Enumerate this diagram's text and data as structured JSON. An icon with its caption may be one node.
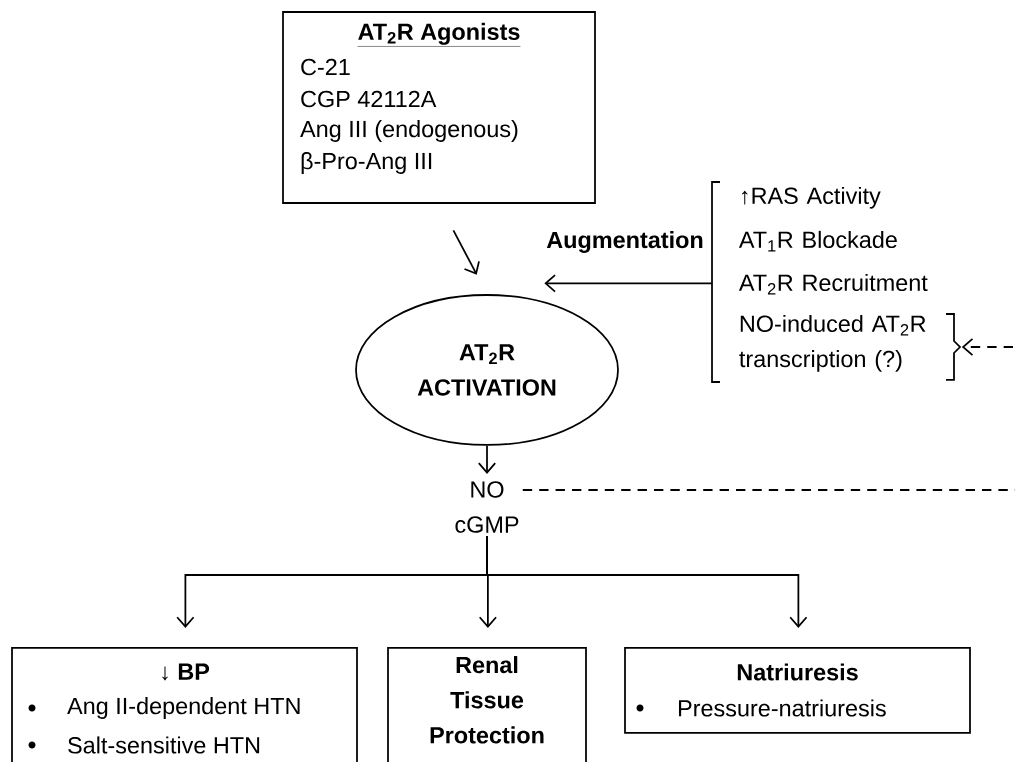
{
  "diagram": {
    "nodes": [
      {
        "text": [
          "AT$_{2}$R Agonists",
          "C-21",
          "CGP 42112A",
          "Ang III (endogenous)",
          "β-Pro-Ang III"
        ]
      },
      {
        "text": [
          "AT$_{2}$R ACTIVATION"
        ]
      },
      {
        "text": [
          "↑RAS Activity",
          "AT$_{1}$R Blockade",
          "AT$_{2}$R Recruitment",
          "NO-induced AT$_{2}$R transcription (?)"
        ]
      },
      {
        "text": [
          "NO",
          "cGMP"
        ]
      },
      {
        "text": [
          "↓ **BP**",
          "Ang II-dependent HTN",
          "Salt-sensitive HTN"
        ]
      },
      {
        "text": [
          "Renal Tissue Protection"
        ]
      },
      {
        "text": [
          "Natriuresis",
          "Pressure-natriuresis"
        ]
      }
    ],
    "edges": [
      {
        "from": 0,
        "to": 1,
        "arrow": "to"
      },
      {
        "from": 2,
        "to": 1,
        "arrow": "to",
        "label": "Augmentation"
      },
      {
        "from": 1,
        "to": 3,
        "arrow": "to"
      },
      {
        "from": 3,
        "to": null,
        "arrow": "none",
        "style": "dashed"
      },
      {
        "from": null,
        "to": 2,
        "arrow": "to",
        "style": "dashed"
      },
      {
        "from": 3,
        "to": 4,
        "arrow": "to"
      },
      {
        "from": 3,
        "to": 5,
        "arrow": "to"
      },
      {
        "from": 3,
        "to": 6,
        "arrow": "to"
      }
    ]
  }
}
